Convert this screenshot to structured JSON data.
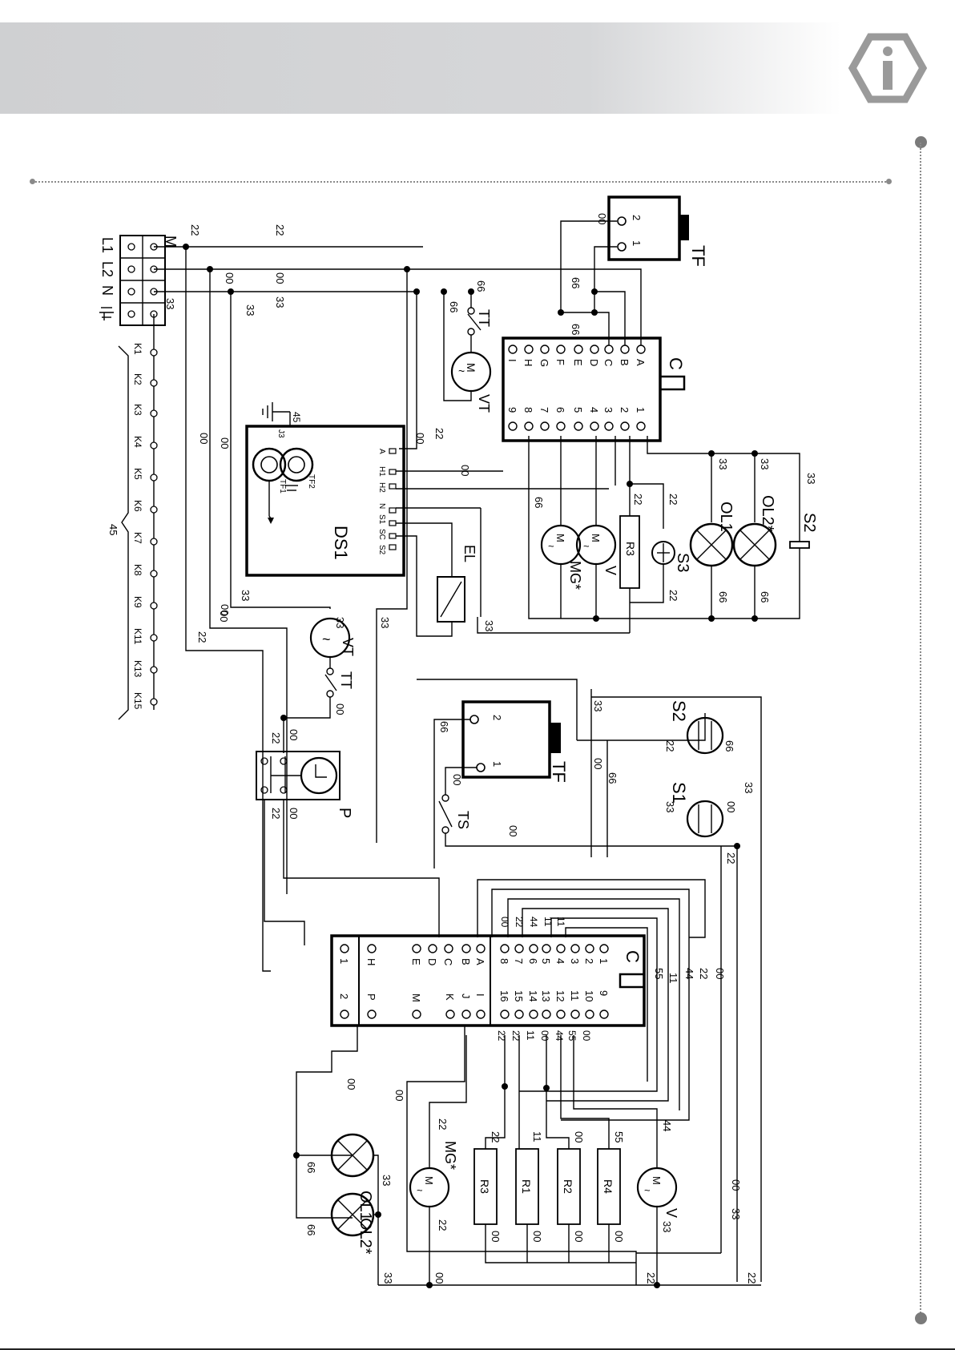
{
  "diagram": {
    "top_schematic": {
      "terminal_labels": [
        "M",
        "L1",
        "L2",
        "N"
      ],
      "top_numbers": [
        "22",
        "22",
        "00",
        "00",
        "33",
        "33"
      ],
      "ground_sub": "33",
      "k_labels": [
        "K1",
        "K2",
        "K3",
        "K4",
        "K5",
        "K6",
        "K7",
        "K8",
        "K9",
        "K11",
        "K13",
        "K15"
      ],
      "k_bracket": "45",
      "ds1": {
        "label": "DS1",
        "tf1": "TF1",
        "tf2": "TF2",
        "j3": "J3",
        "ground_num": "45",
        "pins": [
          "A",
          "H1",
          "H2",
          "N",
          "S1",
          "SC",
          "S2"
        ]
      },
      "el": "EL",
      "tf": {
        "label": "TF",
        "pin1": "1",
        "pin2": "2",
        "wire": "00"
      },
      "tt": "TT",
      "vt": "VT",
      "motor_symbol": "M",
      "c": {
        "label": "C",
        "letters": [
          "A",
          "B",
          "C",
          "D",
          "E",
          "F",
          "G",
          "H",
          "I"
        ],
        "numbers": [
          "1",
          "2",
          "3",
          "4",
          "5",
          "6",
          "7",
          "8",
          "9"
        ]
      },
      "loads": {
        "mg": "MG*",
        "v": "V",
        "r3": "R3",
        "s3": "S3",
        "ol1": "OL1",
        "ol2": "OL2*",
        "s2": "S2"
      },
      "wire_nums": [
        "00",
        "00",
        "33",
        "00",
        "00",
        "33",
        "00",
        "22",
        "00",
        "66",
        "66",
        "66",
        "66",
        "66",
        "22",
        "22",
        "22",
        "22",
        "33",
        "33",
        "33",
        "66",
        "66",
        "33",
        "00",
        "22",
        "00",
        "22",
        "33",
        "00"
      ]
    },
    "bottom_schematic": {
      "vt": "VT",
      "tt": "TT",
      "p": "P",
      "tf": "TF",
      "tf_pin1": "1",
      "tf_pin2": "2",
      "ts": "TS",
      "s1": "S1",
      "s2": "S2",
      "c": "C",
      "left_pins": [
        "1",
        "2"
      ],
      "letters_top": [
        "H",
        "E",
        "D",
        "C",
        "B",
        "A"
      ],
      "letters_bottom": [
        "P",
        "M",
        "K",
        "J",
        "I"
      ],
      "nums_top": [
        "8",
        "7",
        "6",
        "5",
        "4",
        "3",
        "2",
        "1"
      ],
      "nums_bottom": [
        "16",
        "15",
        "14",
        "13",
        "12",
        "11",
        "10",
        "9"
      ],
      "top_wires": [
        "00",
        "22",
        "44",
        "11",
        "11"
      ],
      "bottom_wires": [
        "22",
        "22",
        "11",
        "00",
        "44",
        "55",
        "00"
      ],
      "right_wires": [
        "55",
        "11",
        "44",
        "22",
        "00"
      ],
      "resistors": {
        "r3": "R3",
        "r1": "R1",
        "r2": "R2",
        "r4": "R4",
        "r3_top": "22",
        "r1_top": "11",
        "r2_top": "00",
        "r4_top": "55",
        "bottom": "00"
      },
      "mg": "MG*",
      "v": "V",
      "ol1": "OL1",
      "ol2": "OL2*",
      "wire_nums": [
        "00",
        "33",
        "22",
        "00",
        "66",
        "66",
        "22",
        "22",
        "33",
        "22",
        "66",
        "33",
        "66",
        "00",
        "66",
        "00",
        "66",
        "33",
        "00",
        "66",
        "66",
        "22",
        "33",
        "33",
        "00",
        "22",
        "33",
        "44",
        "33",
        "22",
        "22",
        "00",
        "00",
        "00",
        "33",
        "33",
        "33",
        "00",
        "22",
        "22",
        "22",
        "33",
        "66",
        "22",
        "00"
      ]
    }
  }
}
